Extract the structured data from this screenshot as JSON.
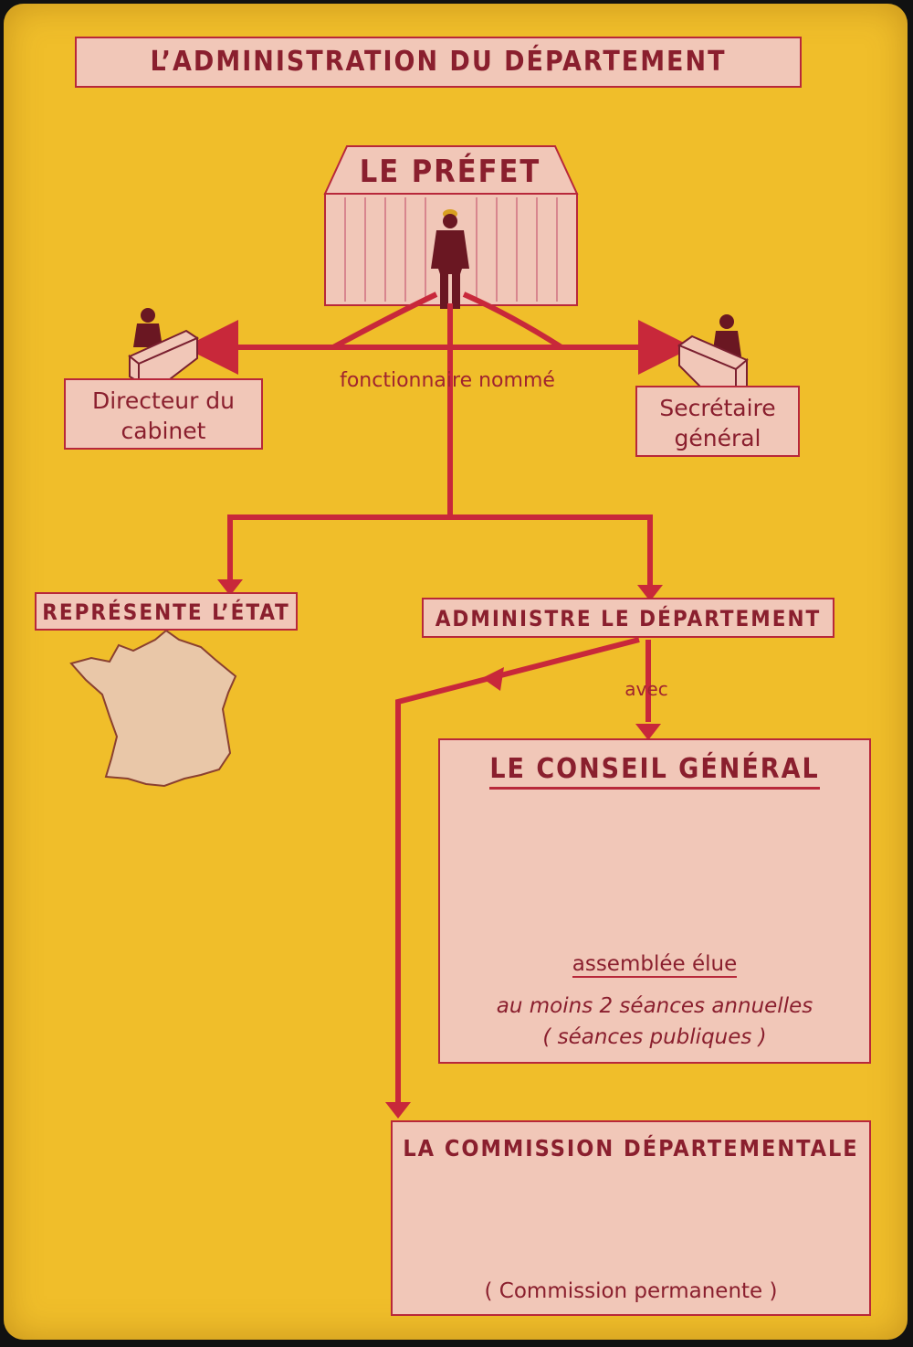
{
  "title": "L’ADMINISTRATION DU DÉPARTEMENT",
  "prefet": "LE PRÉFET",
  "directeur": {
    "line1": "Directeur du",
    "line2": "cabinet"
  },
  "secretaire": {
    "line1": "Secrétaire",
    "line2": "général"
  },
  "fonctionnaire": "fonctionnaire nommé",
  "represente": "REPRÉSENTE L’ÉTAT",
  "administre": "ADMINISTRE LE DÉPARTEMENT",
  "avec": "avec",
  "conseil": {
    "title": "LE CONSEIL GÉNÉRAL",
    "assemblee": "assemblée élue",
    "seances_line1": "au moins 2 séances annuelles",
    "seances_line2": "( séances publiques )"
  },
  "commission": {
    "title": "LA COMMISSION DÉPARTEMENTALE",
    "subtitle": "( Commission permanente )"
  },
  "colors": {
    "background": "#f0be2a",
    "box_fill": "#f1c7b8",
    "line_red": "#c8283a",
    "text_dark": "#8a1f2e"
  },
  "icons": [
    "prefect-figure-icon",
    "desk-figure-icon",
    "france-map-icon",
    "round-table-icon",
    "citizens-group-icon"
  ]
}
